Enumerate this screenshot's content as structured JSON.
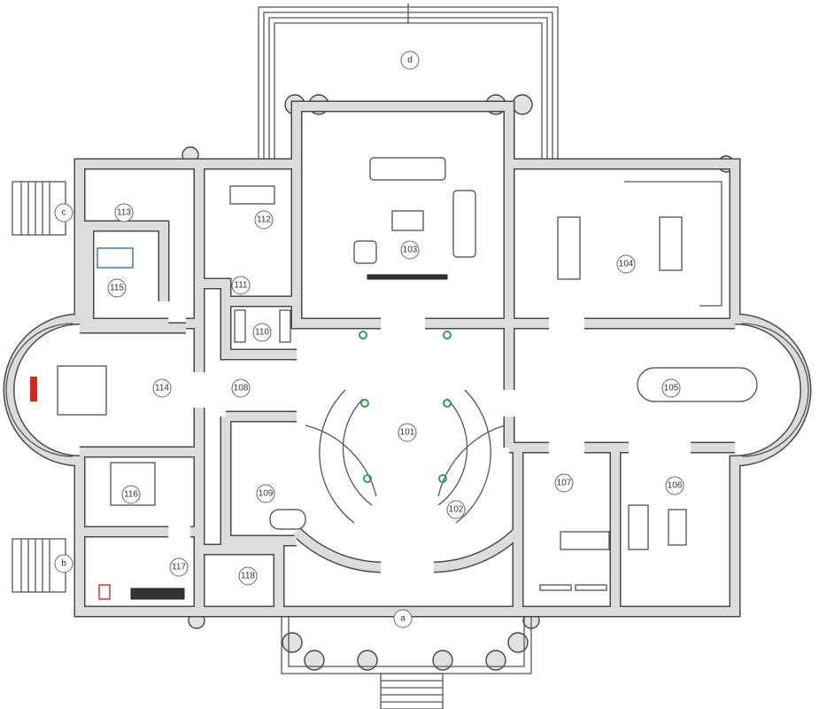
{
  "plan": {
    "rooms": {
      "d": "d",
      "a": "a",
      "b": "b",
      "c": "c",
      "r101": "101",
      "r102": "102",
      "r103": "103",
      "r104": "104",
      "r105": "105",
      "r106": "106",
      "r107": "107",
      "r108": "108",
      "r109": "109",
      "r110": "110",
      "r111": "111",
      "r112": "112",
      "r113": "113",
      "r114": "114",
      "r115": "115",
      "r116": "116",
      "r117": "117",
      "r118": "118"
    },
    "colors": {
      "wall": "#dcdcdc",
      "outline": "#4a4a4a",
      "accent_green": "#2e9e5a",
      "accent_red": "#d9261c",
      "accent_blue": "#2a6fd6"
    }
  }
}
